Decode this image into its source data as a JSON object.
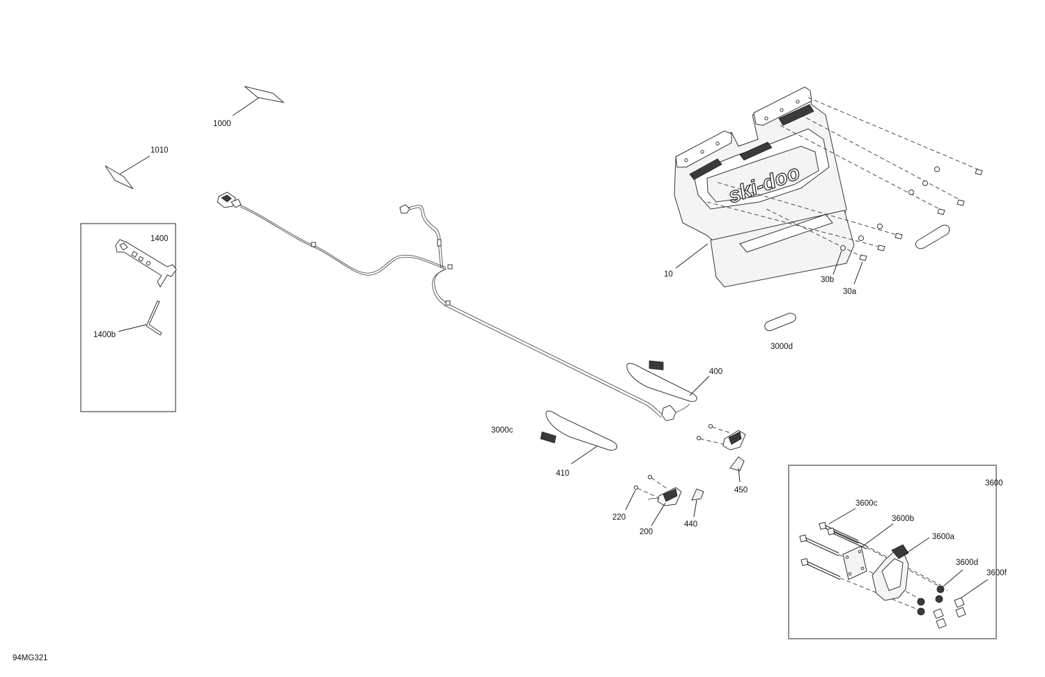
{
  "drawing_id": "94MG321",
  "labels": {
    "p1000": "1000",
    "p1010": "1010",
    "p1400": "1400",
    "p1400b": "1400b",
    "p10": "10",
    "p30b": "30b",
    "p30a": "30a",
    "p3000d": "3000d",
    "p400": "400",
    "p3000c": "3000c",
    "p410": "410",
    "p450": "450",
    "p220": "220",
    "p200": "200",
    "p440": "440",
    "p3600": "3600",
    "p3600c": "3600c",
    "p3600b": "3600b",
    "p3600a": "3600a",
    "p3600d": "3600d",
    "p3600f": "3600f"
  },
  "brand_text": "ski-doo"
}
